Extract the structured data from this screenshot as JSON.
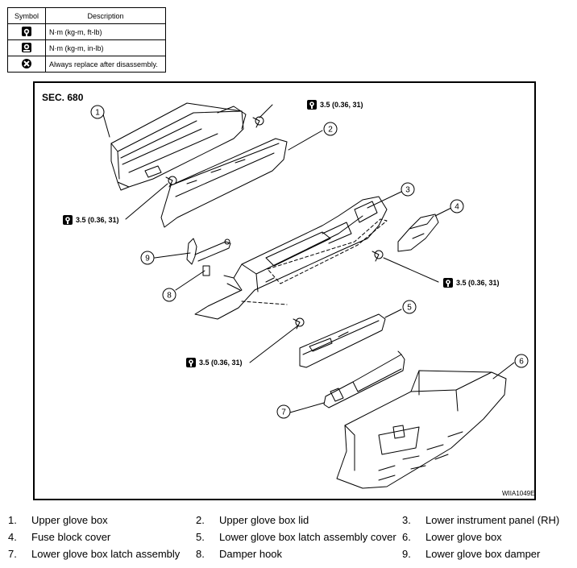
{
  "legend": {
    "header_symbol": "Symbol",
    "header_description": "Description",
    "rows": [
      {
        "icon": "torque-wrench-icon",
        "text": "N·m (kg-m, ft-lb)"
      },
      {
        "icon": "torque-wrench-small-icon",
        "text": "N·m (kg-m, in-lb)"
      },
      {
        "icon": "always-replace-icon",
        "text": "Always replace after disassembly."
      }
    ]
  },
  "diagram": {
    "section": "SEC. 680",
    "figure_code": "WIIA1049E",
    "callouts": [
      {
        "num": "1"
      },
      {
        "num": "2"
      },
      {
        "num": "3"
      },
      {
        "num": "4"
      },
      {
        "num": "5"
      },
      {
        "num": "6"
      },
      {
        "num": "7"
      },
      {
        "num": "8"
      },
      {
        "num": "9"
      }
    ],
    "torque_labels": [
      "3.5 (0.36, 31)",
      "3.5 (0.36, 31)",
      "3.5 (0.36, 31)",
      "3.5 (0.36, 31)"
    ]
  },
  "parts": [
    [
      {
        "n": "1.",
        "t": "Upper glove box"
      },
      {
        "n": "2.",
        "t": "Upper glove box lid"
      },
      {
        "n": "3.",
        "t": "Lower instrument panel (RH)"
      }
    ],
    [
      {
        "n": "4.",
        "t": "Fuse block cover"
      },
      {
        "n": "5.",
        "t": "Lower glove box latch assembly cover"
      },
      {
        "n": "6.",
        "t": "Lower glove box"
      }
    ],
    [
      {
        "n": "7.",
        "t": "Lower glove box latch assembly"
      },
      {
        "n": "8.",
        "t": "Damper hook"
      },
      {
        "n": "9.",
        "t": "Lower glove box damper"
      }
    ]
  ],
  "colors": {
    "line": "#000000",
    "background": "#ffffff"
  }
}
